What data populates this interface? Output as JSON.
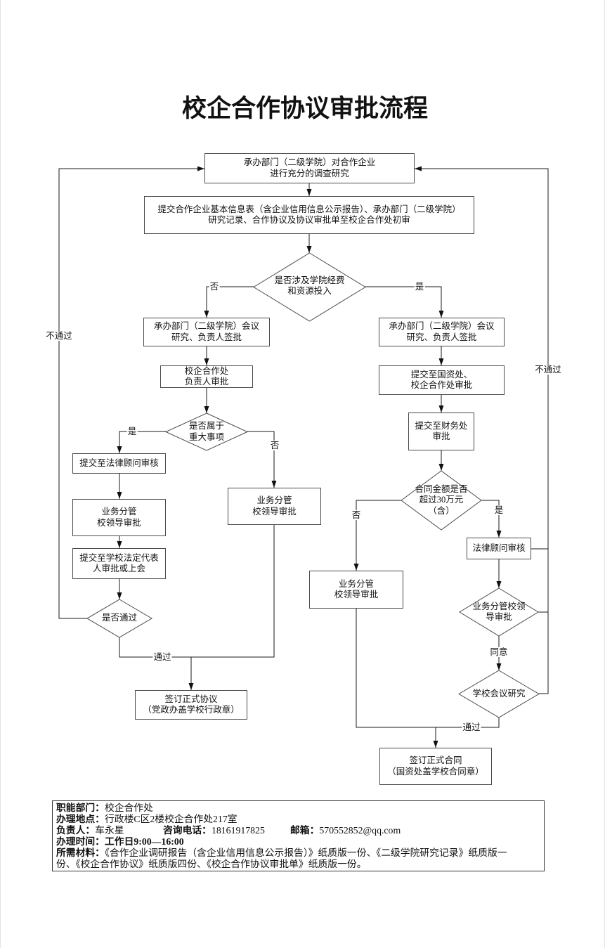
{
  "title": "校企合作协议审批流程",
  "nodes": {
    "investigate": [
      "承办部门（二级学院）对合作企业",
      "进行充分的调查研究"
    ],
    "submit_review": [
      "提交合作企业基本信息表（含企业信用信息公示报告）、承办部门（二级学院）",
      "研究记录、合作协议及协议审批单至校企合作处初审"
    ],
    "q_funding": [
      "是否涉及学院经费",
      "和资源投入"
    ],
    "left_meeting": [
      "承办部门（二级学院）会议",
      "研究、负责人签批"
    ],
    "left_office": [
      "校企合作处",
      "负责人审批"
    ],
    "q_major": [
      "是否属于",
      "重大事项"
    ],
    "left_legal": [
      "提交至法律顾问审核"
    ],
    "left_leader": [
      "业务分管",
      "校领导审批"
    ],
    "left_legal_rep": [
      "提交至学校法定代表",
      "人审批或上会"
    ],
    "q_passed": [
      "是否通过"
    ],
    "minor_leader": [
      "业务分管",
      "校领导审批"
    ],
    "sign_agreement": [
      "签订正式协议",
      "（党政办盖学校行政章）"
    ],
    "right_meeting": [
      "承办部门（二级学院）会议",
      "研究、负责人签批"
    ],
    "right_assets": [
      "提交至国资处、",
      "校企合作处审批"
    ],
    "right_finance": [
      "提交至财务处",
      "审批"
    ],
    "q_amount": [
      "合同金额是否",
      "超过30万元",
      "（含）"
    ],
    "right_legal": [
      "法律顾问审核"
    ],
    "q_leader": [
      "业务分管校领",
      "导审批"
    ],
    "small_leader": [
      "业务分管",
      "校领导审批"
    ],
    "q_meeting": [
      "学校会议研究"
    ],
    "sign_contract": [
      "签订正式合同",
      "（国资处盖学校合同章）"
    ]
  },
  "edge_labels": {
    "funding_no": "否",
    "funding_yes": "是",
    "major_yes": "是",
    "major_no": "否",
    "left_reject": "不通过",
    "left_pass": "通过",
    "amount_no": "否",
    "amount_yes": "是",
    "leader_agree": "同意",
    "right_reject": "不通过",
    "right_pass": "通过"
  },
  "info": {
    "department": {
      "label": "职能部门：",
      "value": "校企合作处"
    },
    "location": {
      "label": "办理地点：",
      "value": "行政楼C区2楼校企合作处217室"
    },
    "person": {
      "label": "负责人：",
      "value": "车永星"
    },
    "phone": {
      "label": "咨询电话：",
      "value": "18161917825"
    },
    "email": {
      "label": "邮箱：",
      "value": "570552852@qq.com"
    },
    "hours": {
      "label": "办理时间：",
      "value": "工作日9:00—16:00"
    },
    "materials": {
      "label": "所需材料：",
      "line1": "《合作企业调研报告（含企业信用信息公示报告）》纸质版一份、《二级学院研究记录》纸质版一",
      "line2": "份、《校企合作协议》纸质版四份、《校企合作协议审批单》纸质版一份。"
    }
  }
}
